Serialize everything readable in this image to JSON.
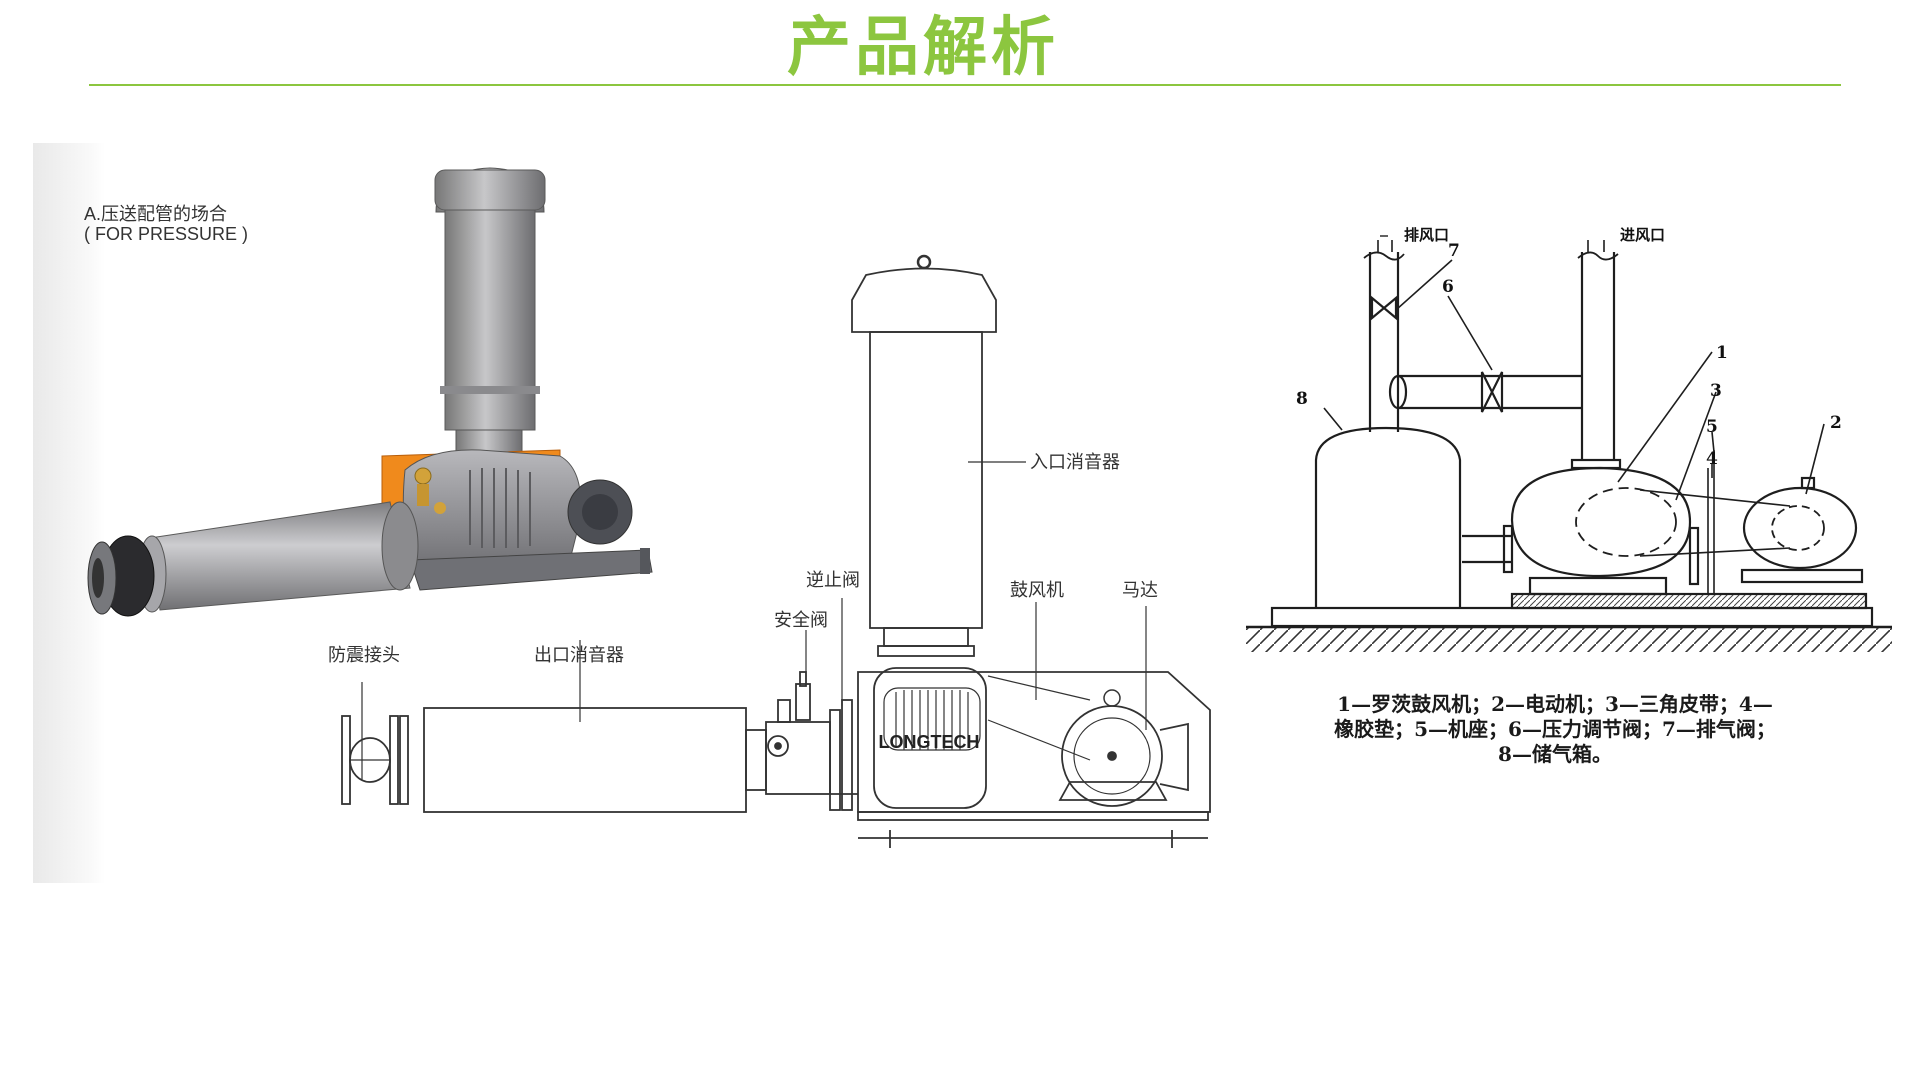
{
  "header": {
    "title": "产品解析",
    "accent_color": "#8cc63f"
  },
  "photo": {
    "caption_line1": "A.压送配管的场合",
    "caption_line2": "( FOR PRESSURE )"
  },
  "middle_diagram": {
    "labels": {
      "anti_vibration_joint": "防震接头",
      "outlet_silencer": "出口消音器",
      "safety_valve": "安全阀",
      "check_valve": "逆止阀",
      "inlet_silencer": "入口消音器",
      "blower": "鼓风机",
      "motor": "马达",
      "brand": "LONGTECH"
    }
  },
  "right_diagram": {
    "labels": {
      "exhaust_port": "排风口",
      "intake_port": "进风口"
    },
    "numbers": [
      "1",
      "2",
      "3",
      "4",
      "5",
      "6",
      "7",
      "8"
    ],
    "legend": [
      "1—罗茨鼓风机；2—电动机；3—三角皮带；4—",
      "橡胶垫；5—机座；6—压力调节阀；7—排气阀；",
      "8—储气箱。"
    ]
  }
}
